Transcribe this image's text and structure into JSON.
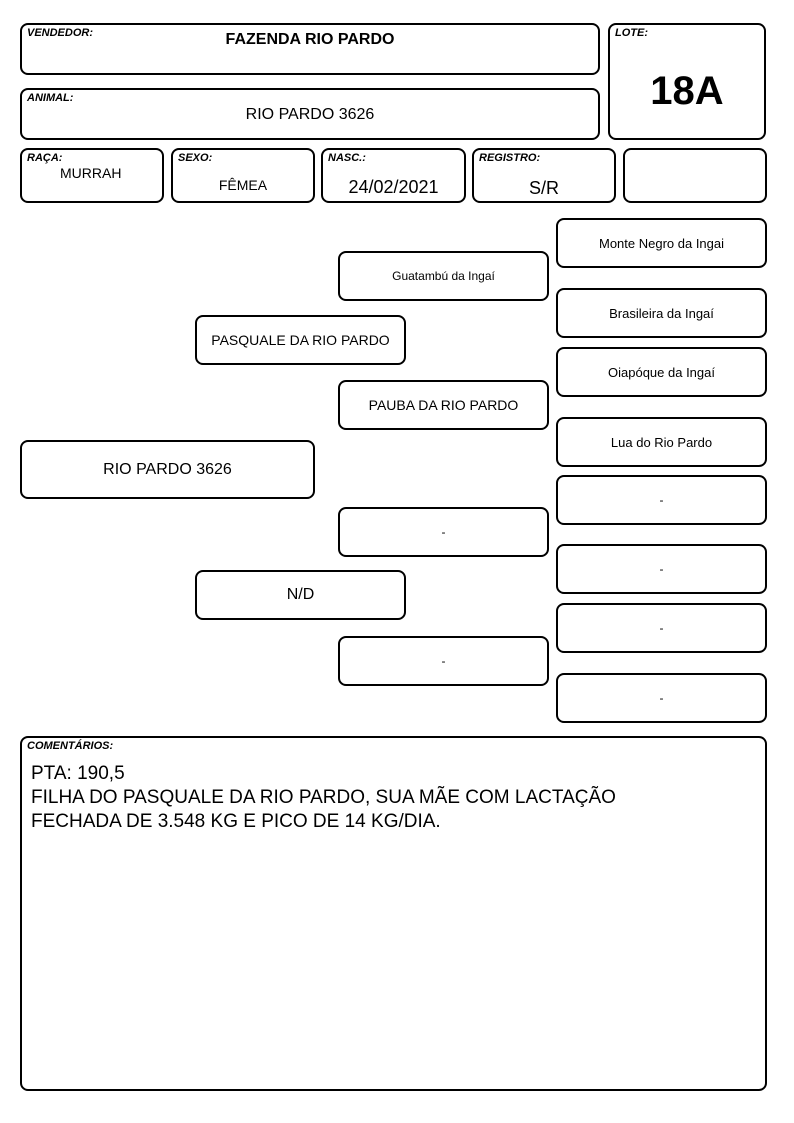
{
  "header": {
    "vendedor": {
      "label": "VENDEDOR:",
      "value": "FAZENDA RIO PARDO"
    },
    "lote": {
      "label": "LOTE:",
      "value": "18A"
    },
    "animal": {
      "label": "ANIMAL:",
      "value": "RIO PARDO 3626"
    },
    "raca": {
      "label": "RAÇA:",
      "value": "MURRAH"
    },
    "sexo": {
      "label": "SEXO:",
      "value": "FÊMEA"
    },
    "nasc": {
      "label": "NASC.:",
      "value": "24/02/2021"
    },
    "registro": {
      "label": "REGISTRO:",
      "value": "S/R"
    },
    "extra": {
      "value": ""
    }
  },
  "pedigree": {
    "animal": "RIO PARDO 3626",
    "sire": "PASQUALE DA RIO PARDO",
    "dam": "N/D",
    "sire_sire": "Guatambú da Ingaí",
    "sire_dam": "PAUBA DA RIO PARDO",
    "dam_sire": "-",
    "dam_dam": "-",
    "ggp": [
      "Monte Negro da Ingai",
      "Brasileira da Ingaí",
      "Oiapóque da Ingaí",
      "Lua do Rio Pardo",
      "-",
      "-",
      "-",
      "-"
    ]
  },
  "comments": {
    "label": "COMENTÁRIOS:",
    "text": "PTA: 190,5\nFILHA DO PASQUALE DA RIO PARDO, SUA MÃE COM LACTAÇÃO\nFECHADA DE 3.548 KG E PICO DE 14 KG/DIA."
  }
}
